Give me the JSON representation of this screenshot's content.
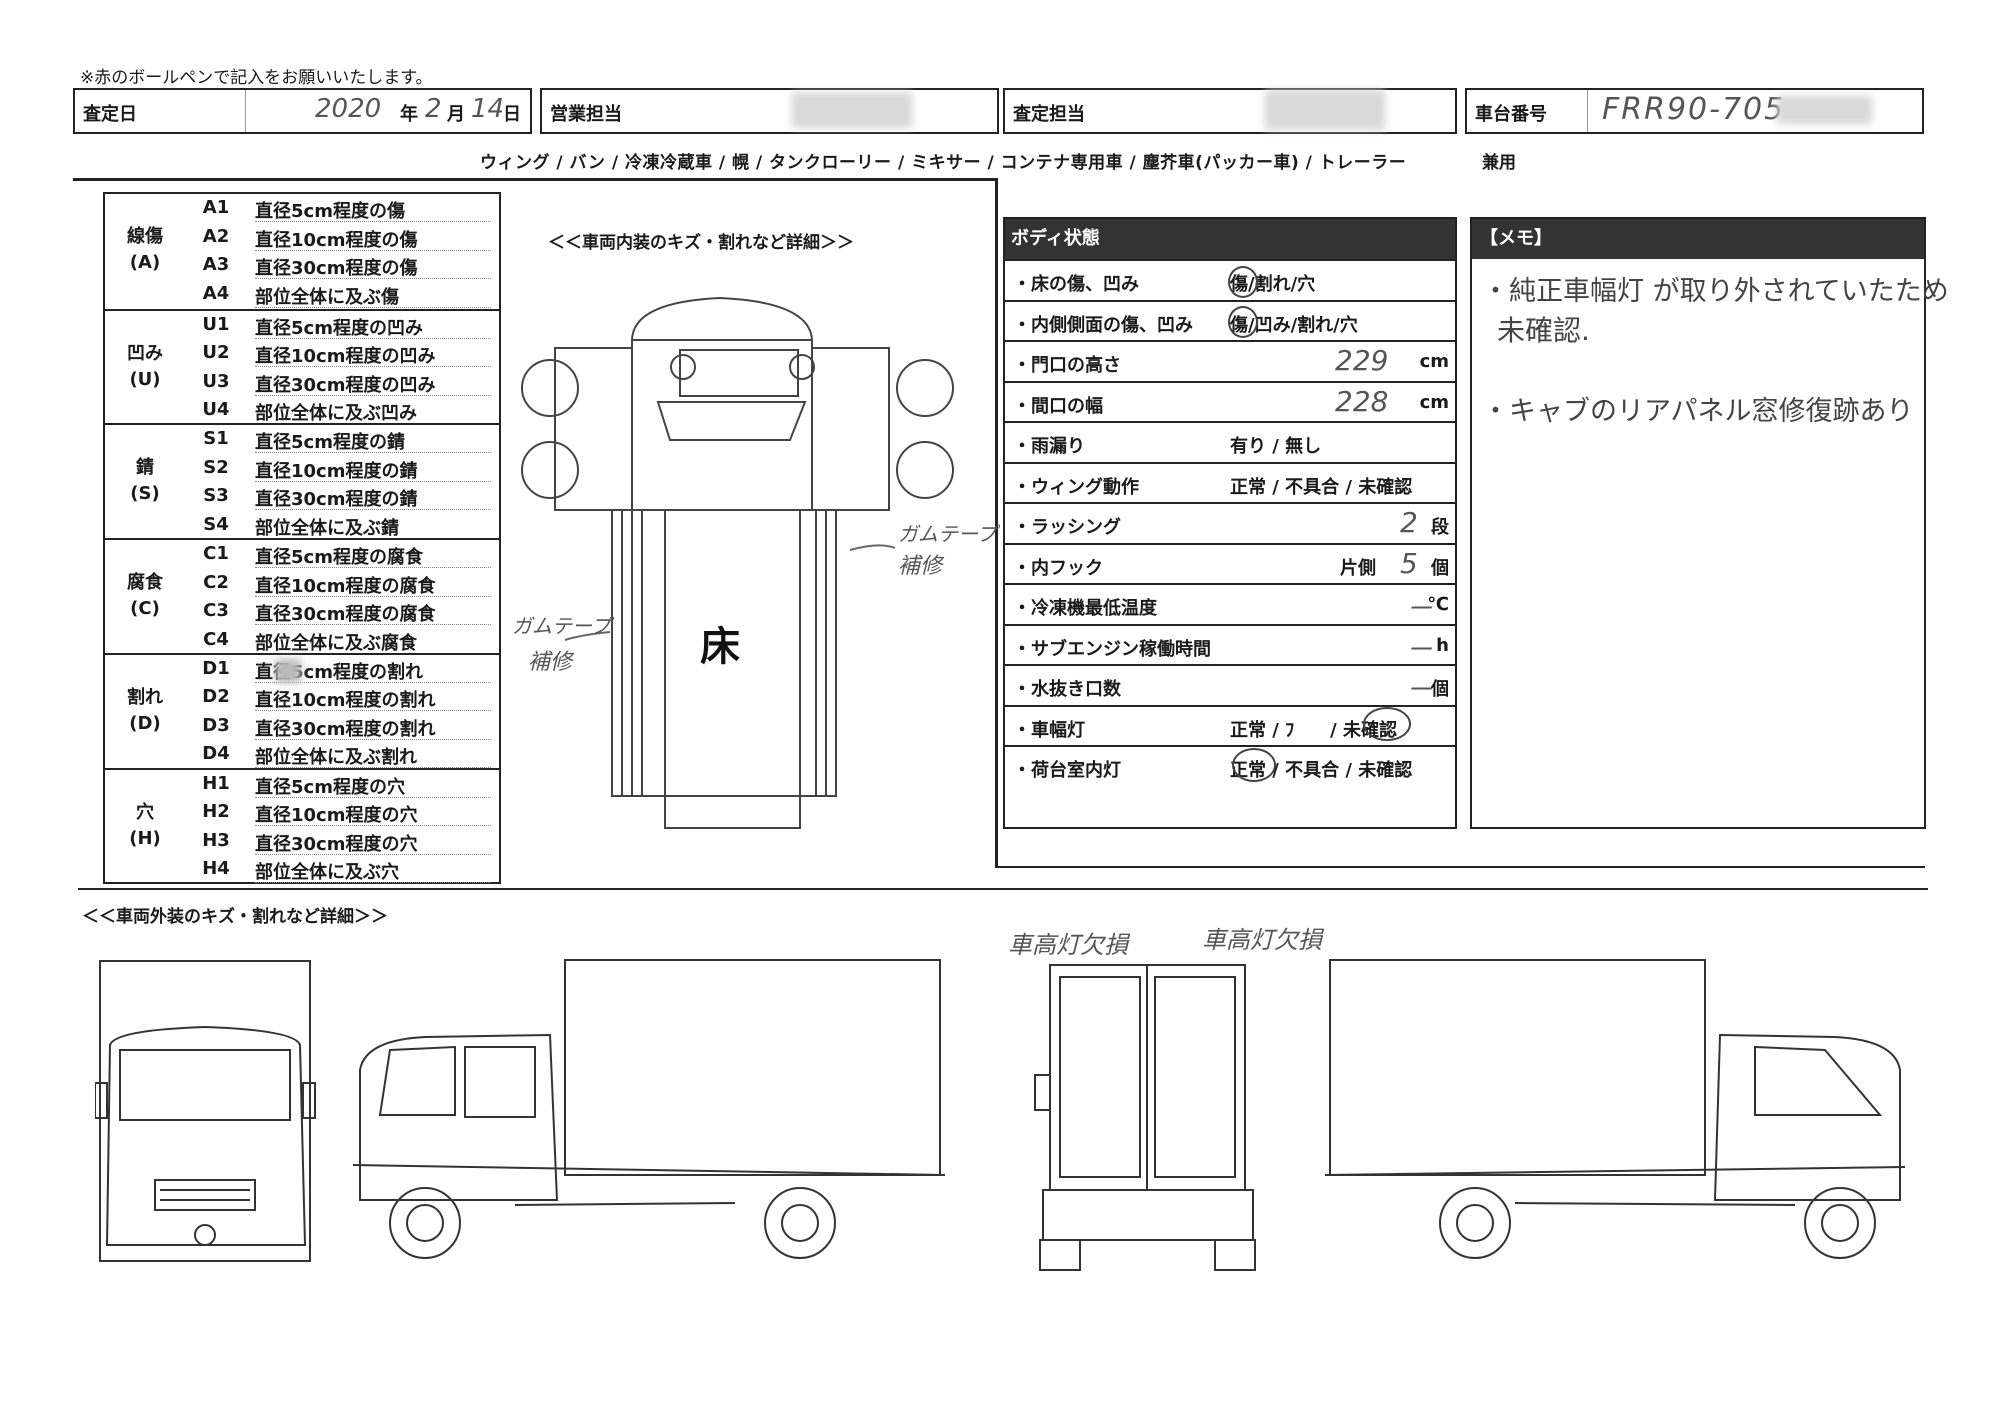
{
  "header": {
    "instruction": "※赤のボールペンで記入をお願いいたします。",
    "assess_date_label": "査定日",
    "date_year": "2020",
    "year_unit": "年",
    "date_month": "2",
    "month_unit": "月",
    "date_day": "14",
    "day_unit": "日",
    "sales_label": "営業担当",
    "assessor_label": "査定担当",
    "chassis_label": "車台番号",
    "chassis_number": "FRR90-705"
  },
  "vehicle_types": "ウィング / バン / 冷凍冷蔵車 / 幌 / タンクローリー / ミキサー / コンテナ専用車 / 塵芥車(パッカー車) / トレーラー",
  "vehicle_types_extra": "兼用",
  "legend": [
    {
      "name": "線傷",
      "sub": "(A)",
      "rows": [
        {
          "code": "A1",
          "desc": "直径5cm程度の傷"
        },
        {
          "code": "A2",
          "desc": "直径10cm程度の傷"
        },
        {
          "code": "A3",
          "desc": "直径30cm程度の傷"
        },
        {
          "code": "A4",
          "desc": "部位全体に及ぶ傷"
        }
      ]
    },
    {
      "name": "凹み",
      "sub": "(U)",
      "rows": [
        {
          "code": "U1",
          "desc": "直径5cm程度の凹み"
        },
        {
          "code": "U2",
          "desc": "直径10cm程度の凹み"
        },
        {
          "code": "U3",
          "desc": "直径30cm程度の凹み"
        },
        {
          "code": "U4",
          "desc": "部位全体に及ぶ凹み"
        }
      ]
    },
    {
      "name": "錆",
      "sub": "(S)",
      "rows": [
        {
          "code": "S1",
          "desc": "直径5cm程度の錆"
        },
        {
          "code": "S2",
          "desc": "直径10cm程度の錆"
        },
        {
          "code": "S3",
          "desc": "直径30cm程度の錆"
        },
        {
          "code": "S4",
          "desc": "部位全体に及ぶ錆"
        }
      ]
    },
    {
      "name": "腐食",
      "sub": "(C)",
      "rows": [
        {
          "code": "C1",
          "desc": "直径5cm程度の腐食"
        },
        {
          "code": "C2",
          "desc": "直径10cm程度の腐食"
        },
        {
          "code": "C3",
          "desc": "直径30cm程度の腐食"
        },
        {
          "code": "C4",
          "desc": "部位全体に及ぶ腐食"
        }
      ]
    },
    {
      "name": "割れ",
      "sub": "(D)",
      "rows": [
        {
          "code": "D1",
          "desc": "直径5cm程度の割れ"
        },
        {
          "code": "D2",
          "desc": "直径10cm程度の割れ"
        },
        {
          "code": "D3",
          "desc": "直径30cm程度の割れ"
        },
        {
          "code": "D4",
          "desc": "部位全体に及ぶ割れ"
        }
      ]
    },
    {
      "name": "穴",
      "sub": "(H)",
      "rows": [
        {
          "code": "H1",
          "desc": "直径5cm程度の穴"
        },
        {
          "code": "H2",
          "desc": "直径10cm程度の穴"
        },
        {
          "code": "H3",
          "desc": "直径30cm程度の穴"
        },
        {
          "code": "H4",
          "desc": "部位全体に及ぶ穴"
        }
      ]
    }
  ],
  "interior": {
    "title": "＜＜車両内装のキズ・割れなど詳細＞＞",
    "floor_label": "床",
    "note_right_1": "ガムテープ",
    "note_right_2": "補修",
    "note_left_1": "ガムテープ",
    "note_left_2": "補修"
  },
  "body_status": {
    "title": "ボディ状態",
    "rows": [
      {
        "label": "・床の傷、凹み",
        "value": "傷/割れ/穴",
        "unit": "",
        "hw": ""
      },
      {
        "label": "・内側側面の傷、凹み",
        "value": "傷/凹み/割れ/穴",
        "unit": "",
        "hw": ""
      },
      {
        "label": "・門口の高さ",
        "value": "",
        "unit": "cm",
        "hw": "229"
      },
      {
        "label": "・間口の幅",
        "value": "",
        "unit": "cm",
        "hw": "228"
      },
      {
        "label": "・雨漏り",
        "value": "有り / 無し",
        "unit": "",
        "hw": ""
      },
      {
        "label": "・ウィング動作",
        "value": "正常 / 不具合 / 未確認",
        "unit": "",
        "hw": ""
      },
      {
        "label": "・ラッシング",
        "value": "",
        "unit": "段",
        "hw": "2"
      },
      {
        "label": "・内フック",
        "value": "片側",
        "unit": "個",
        "hw": "5"
      },
      {
        "label": "・冷凍機最低温度",
        "value": "",
        "unit": "℃",
        "hw": "－"
      },
      {
        "label": "・サブエンジン稼働時間",
        "value": "",
        "unit": "h",
        "hw": "－"
      },
      {
        "label": "・水抜き口数",
        "value": "",
        "unit": "個",
        "hw": "－"
      },
      {
        "label": "・車幅灯",
        "value": "正常 / ﾌ　　/ 未確認",
        "unit": "",
        "hw": ""
      },
      {
        "label": "・荷台室内灯",
        "value": "正常 / 不具合 / 未確認",
        "unit": "",
        "hw": ""
      }
    ]
  },
  "memo": {
    "title": "【メモ】",
    "line1": "・純正車幅灯 が取り外されていたため",
    "line2": "未確認.",
    "line3": "・キャブのリアパネル窓修復跡あり"
  },
  "exterior": {
    "title": "＜＜車両外装のキズ・割れなど詳細＞＞",
    "note1": "車高灯欠損",
    "note2": "車高灯欠損"
  }
}
